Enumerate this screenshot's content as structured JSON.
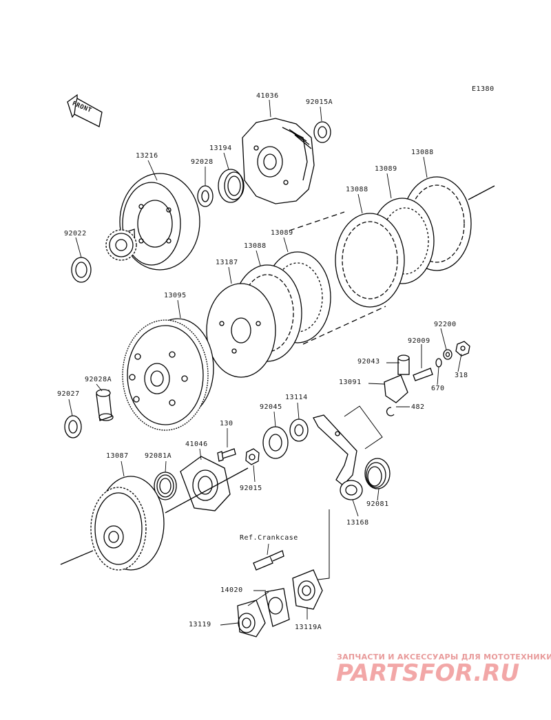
{
  "diagram": {
    "code": "E1380",
    "front_label": "FRONT",
    "ref_label": "Ref.Crankcase",
    "parts": {
      "p41036": "41036",
      "p92015A": "92015A",
      "p13194": "13194",
      "p13216": "13216",
      "p92028": "92028",
      "p13088_top": "13088",
      "p13089_top": "13089",
      "p13088_mid": "13088",
      "p92022": "92022",
      "p13089_mid": "13089",
      "p13088_low": "13088",
      "p13187": "13187",
      "p13095": "13095",
      "p92200": "92200",
      "p92009": "92009",
      "p92043": "92043",
      "p318": "318",
      "p13091": "13091",
      "p670": "670",
      "p92028A": "92028A",
      "p92027": "92027",
      "p13114": "13114",
      "p92045": "92045",
      "p482": "482",
      "p130": "130",
      "p41046": "41046",
      "p13087": "13087",
      "p92081A": "92081A",
      "p92015": "92015",
      "p92081": "92081",
      "p13168": "13168",
      "p14020": "14020",
      "p13119": "13119",
      "p13119A": "13119A"
    }
  },
  "watermark": {
    "subtitle": "ЗАПЧАСТИ И АКСЕССУАРЫ ДЛЯ МОТОТЕХНИКИ",
    "logo": "PARTSFOR.RU"
  }
}
